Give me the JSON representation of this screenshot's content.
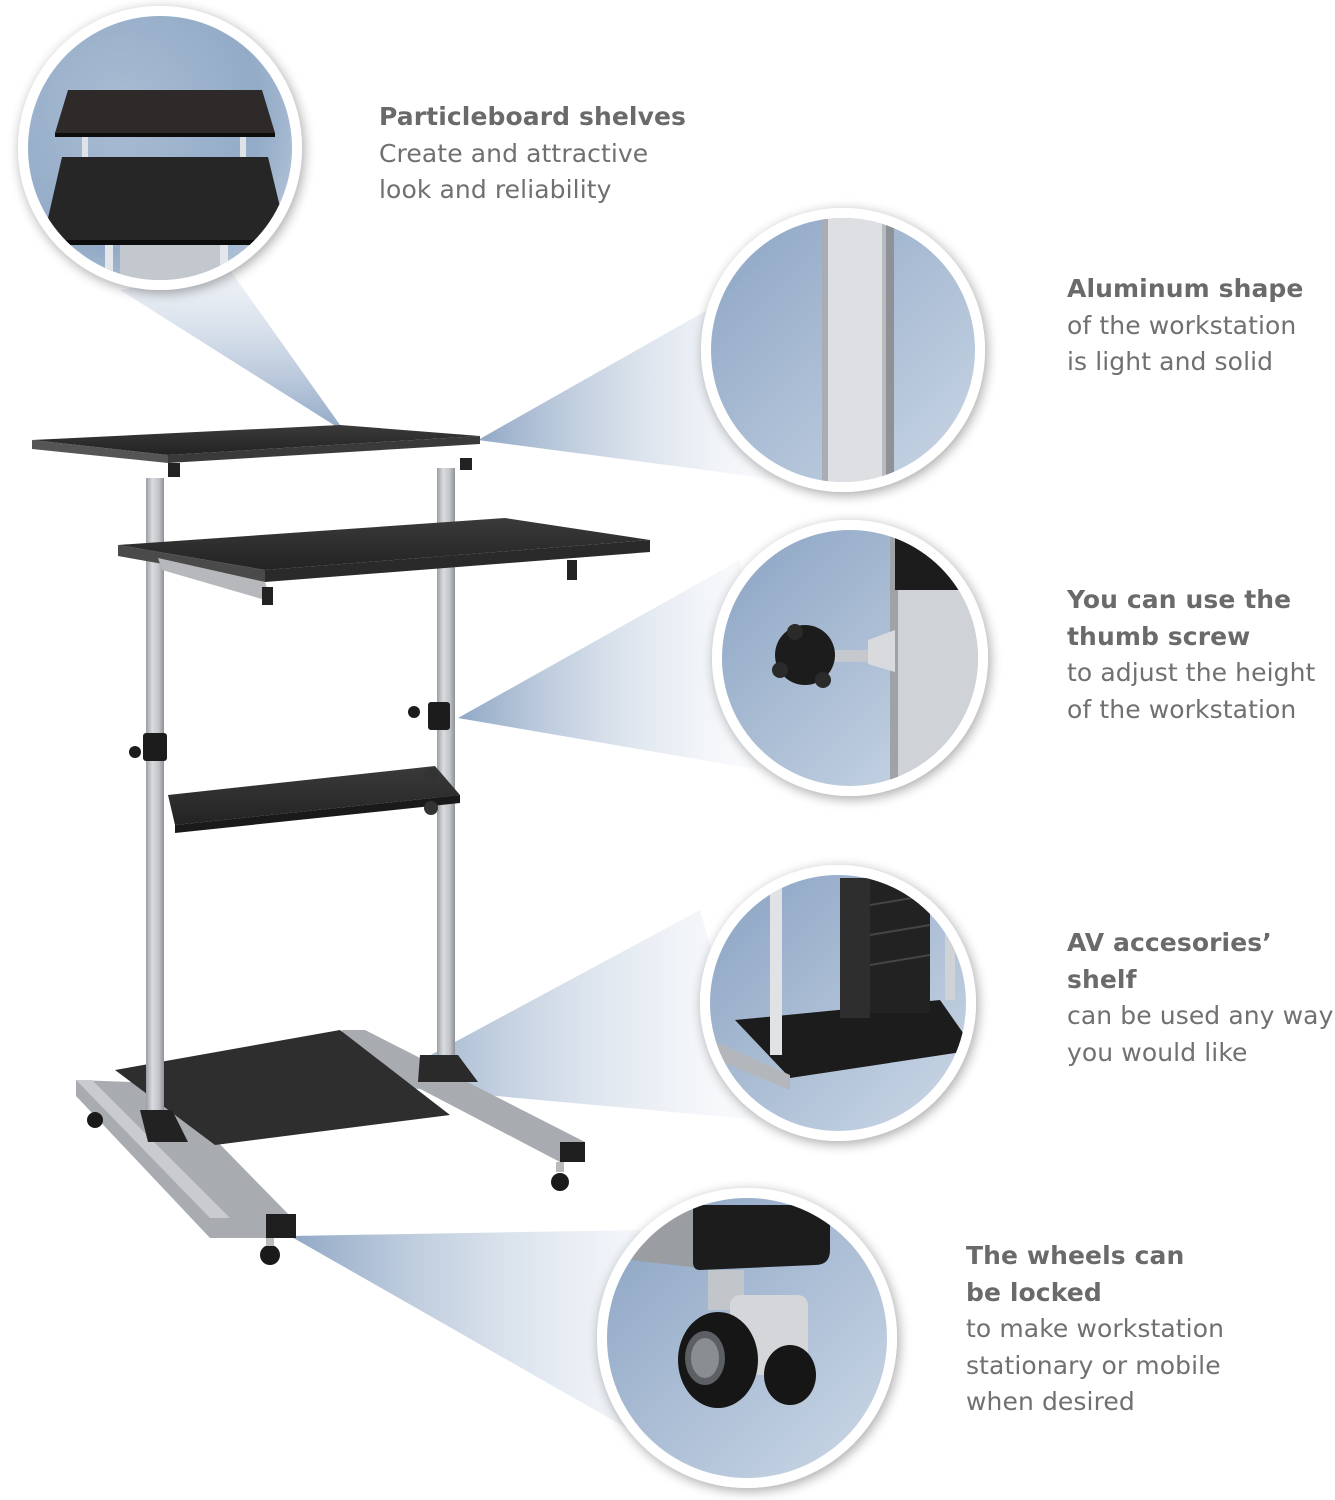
{
  "colors": {
    "background": "#ffffff",
    "text": "#707070",
    "beam": "#8fa7c4",
    "circle_ring": "#ffffff",
    "circle_bg": "#9fb4cd",
    "wood": "#2b2b2b",
    "aluminum": "#b9bcc0"
  },
  "features": [
    {
      "id": "shelves",
      "title": "Particleboard shelves",
      "body_lines": [
        "Create and attractive",
        "look and reliability"
      ]
    },
    {
      "id": "aluminum",
      "title": "Aluminum shape",
      "body_lines": [
        "of the workstation",
        "is light and solid"
      ]
    },
    {
      "id": "thumb-screw",
      "title_lines": [
        "You can use the",
        "thumb screw"
      ],
      "body_lines": [
        "to adjust the height",
        "of the workstation"
      ]
    },
    {
      "id": "av-shelf",
      "title": "AV accesories’ shelf",
      "body_lines": [
        "can be used any way",
        "you would like"
      ]
    },
    {
      "id": "wheels",
      "title_lines": [
        "The wheels can",
        "be locked"
      ],
      "body_lines": [
        "to make workstation",
        "stationary or mobile",
        "when desired"
      ]
    }
  ]
}
